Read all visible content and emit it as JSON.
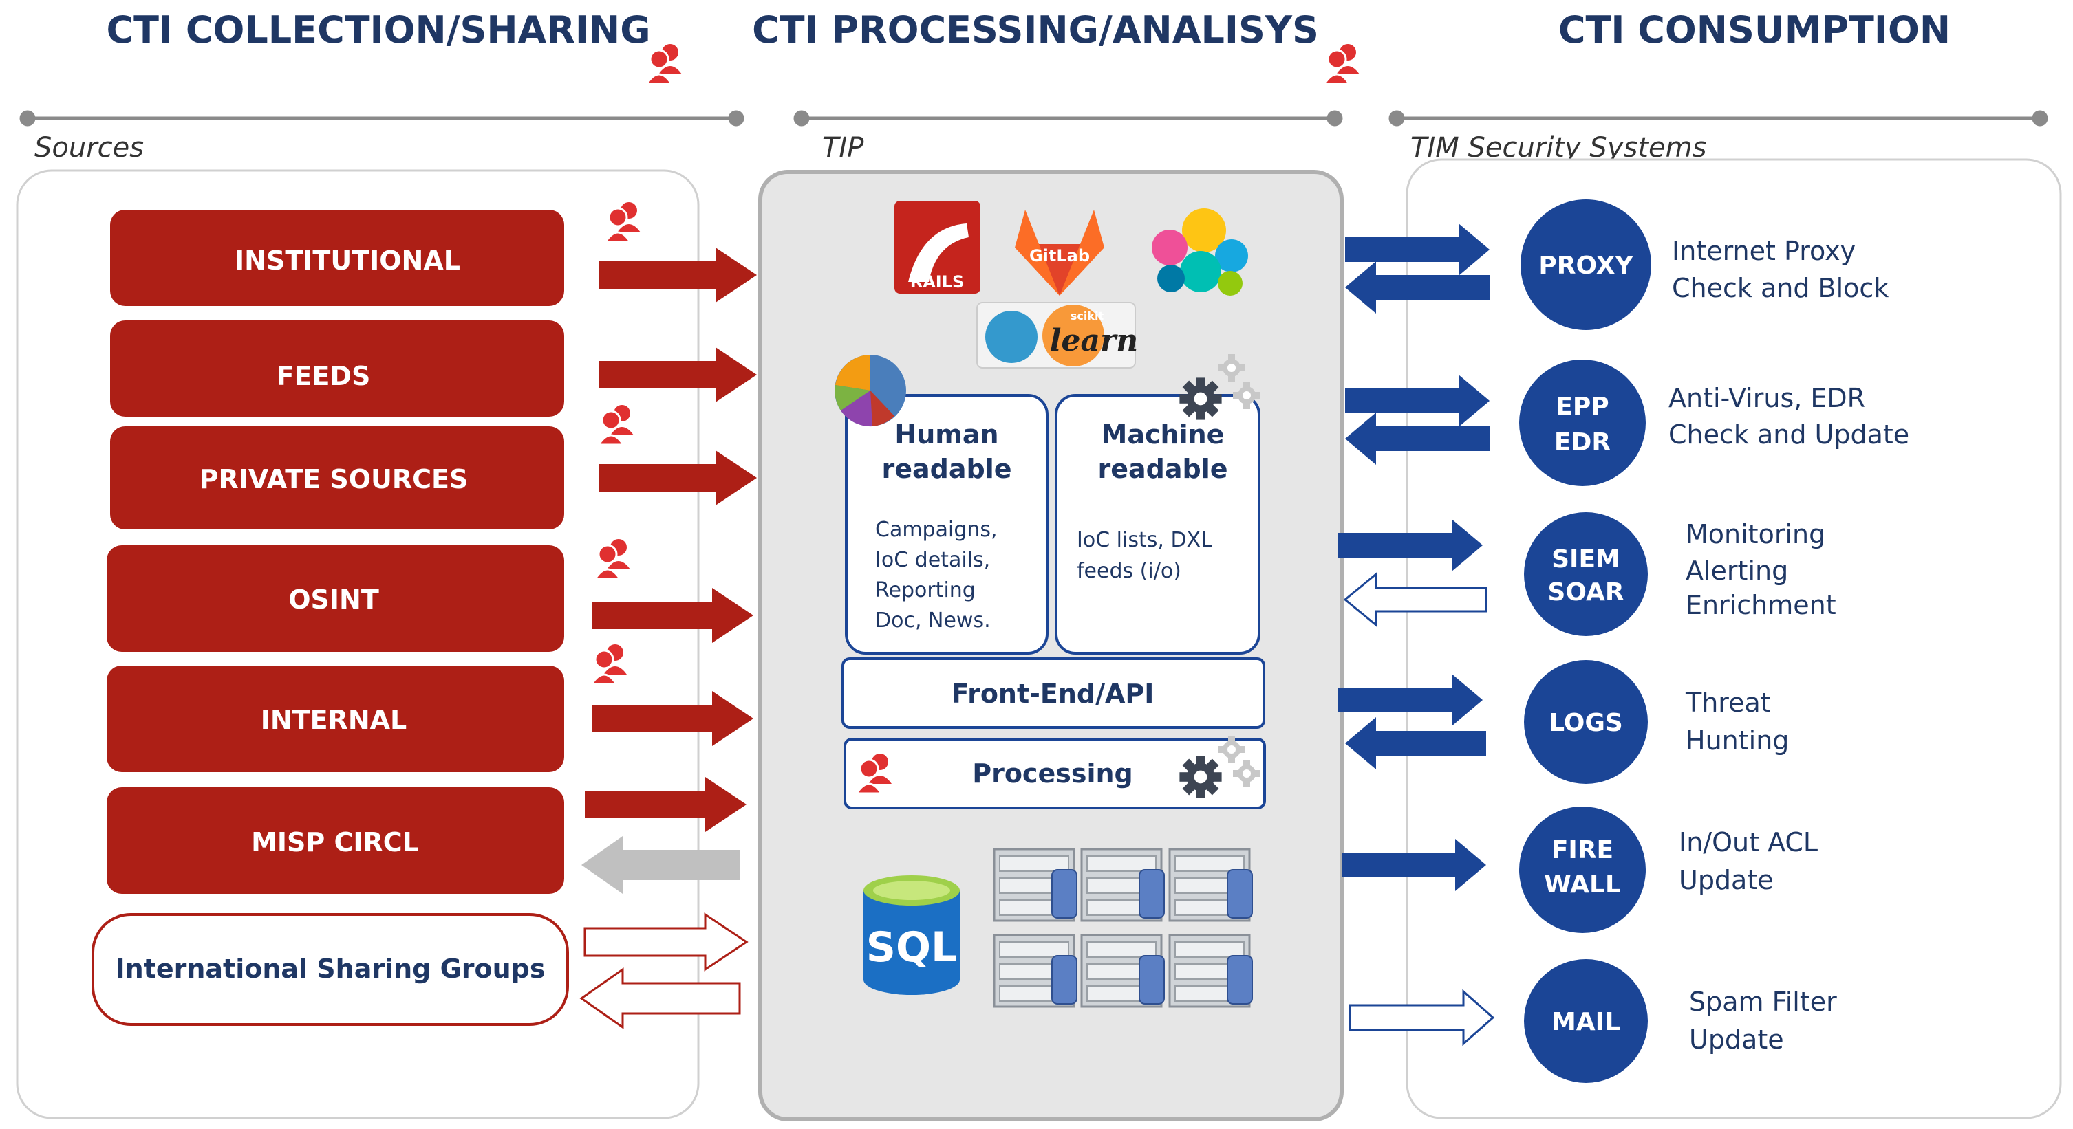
{
  "headers": {
    "collection": "CTI COLLECTION/SHARING",
    "processing": "CTI PROCESSING/ANALISYS",
    "consumption": "CTI CONSUMPTION"
  },
  "labels": {
    "sources": "Sources",
    "tip": "TIP",
    "tim": "TIM Security Systems"
  },
  "sources": [
    "INSTITUTIONAL",
    "FEEDS",
    "PRIVATE  SOURCES",
    "OSINT",
    "INTERNAL",
    "MISP CIRCL"
  ],
  "sharing_group": "International Sharing Groups",
  "logos": {
    "rails": "RAILS",
    "gitlab": "GitLab",
    "scikit_small": "scikit",
    "scikit_learn": "learn"
  },
  "human_card": {
    "title": [
      "Human",
      "readable"
    ],
    "body": [
      "Campaigns,",
      "IoC details,",
      "Reporting",
      "Doc, News."
    ]
  },
  "machine_card": {
    "title": [
      "Machine",
      "readable"
    ],
    "body": [
      "IoC lists, DXL",
      "feeds (i/o)"
    ]
  },
  "frontend": "Front-End/API",
  "processing": "Processing",
  "sql": "SQL",
  "systems": [
    {
      "name": [
        "PROXY"
      ],
      "desc": [
        "Internet Proxy",
        "Check and Block"
      ]
    },
    {
      "name": [
        "EPP",
        "EDR"
      ],
      "desc": [
        "Anti-Virus, EDR",
        "Check  and Update"
      ]
    },
    {
      "name": [
        "SIEM",
        "SOAR"
      ],
      "desc": [
        "Monitoring",
        "Alerting",
        "Enrichment"
      ]
    },
    {
      "name": [
        "LOGS"
      ],
      "desc": [
        "Threat",
        "Hunting"
      ]
    },
    {
      "name": [
        "FIRE",
        "WALL"
      ],
      "desc": [
        "In/Out ACL",
        "Update"
      ]
    },
    {
      "name": [
        "MAIL"
      ],
      "desc": [
        "Spam Filter",
        "Update"
      ]
    }
  ],
  "colors": {
    "red": "#ad1f16",
    "navy": "#1f3764",
    "blue": "#1b4596",
    "grey_panel": "#e6e6e6",
    "people_icon": "#e03030"
  }
}
